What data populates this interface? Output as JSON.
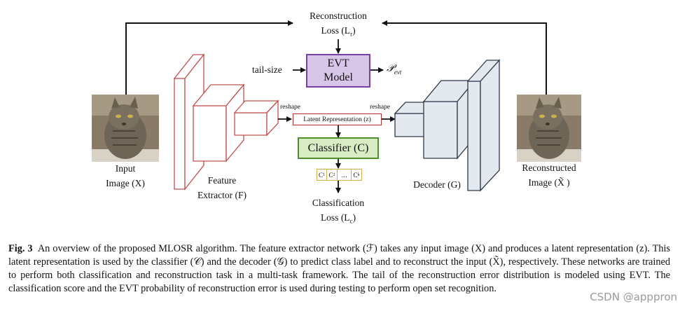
{
  "diagram": {
    "recon_loss_line1": "Reconstruction",
    "recon_loss_line2": "Loss (L",
    "recon_loss_sub": "r",
    "recon_loss_close": ")",
    "tail_size": "tail-size",
    "evt_line1": "EVT",
    "evt_line2": "Model",
    "p_evt": "𝒫",
    "p_evt_sub": "evt",
    "reshape_left": "reshape",
    "reshape_right": "reshape",
    "latent": "Latent Representation (z)",
    "classifier": "Classifier (C)",
    "scores": [
      "C",
      "C",
      "…",
      "C"
    ],
    "score_subs": [
      "1",
      "2",
      "",
      "k"
    ],
    "class_loss_line1": "Classification",
    "class_loss_line2": "Loss (L",
    "class_loss_sub": "c",
    "class_loss_close": ")",
    "input_line1": "Input",
    "input_line2": "Image (X)",
    "feature_line1": "Feature",
    "feature_line2": "Extractor (F)",
    "decoder": "Decoder (G)",
    "recon_line1": "Reconstructed",
    "recon_line2": "Image (X̃ )"
  },
  "caption": {
    "fig_label": "Fig. 3",
    "text": "An overview of the proposed MLOSR algorithm. The feature extractor network (ℱ) takes any input image (X) and produces a latent representation (z). This latent representation is used by the classifier (𝒞) and the decoder (𝒢) to predict class label and to reconstruct the input (X̃), respectively. These networks are trained to perform both classification and reconstruction task in a multi-task framework. The tail of the reconstruction error distribution is modeled using EVT. The classification score and the EVT probability of reconstruction error is used during testing to perform open set recognition."
  },
  "watermark": "CSDN @apppron",
  "colors": {
    "evt_fill": "#d8c6e8",
    "evt_border": "#7a3fa6",
    "classifier_fill": "#d8ecc4",
    "classifier_border": "#4c8f2b",
    "encoder_stroke": "#c0504d",
    "decoder_stroke": "#2d3a4a",
    "decoder_fill": "#e4e9ef",
    "latent_border": "#b03030",
    "score_border": "#d4b04a"
  }
}
